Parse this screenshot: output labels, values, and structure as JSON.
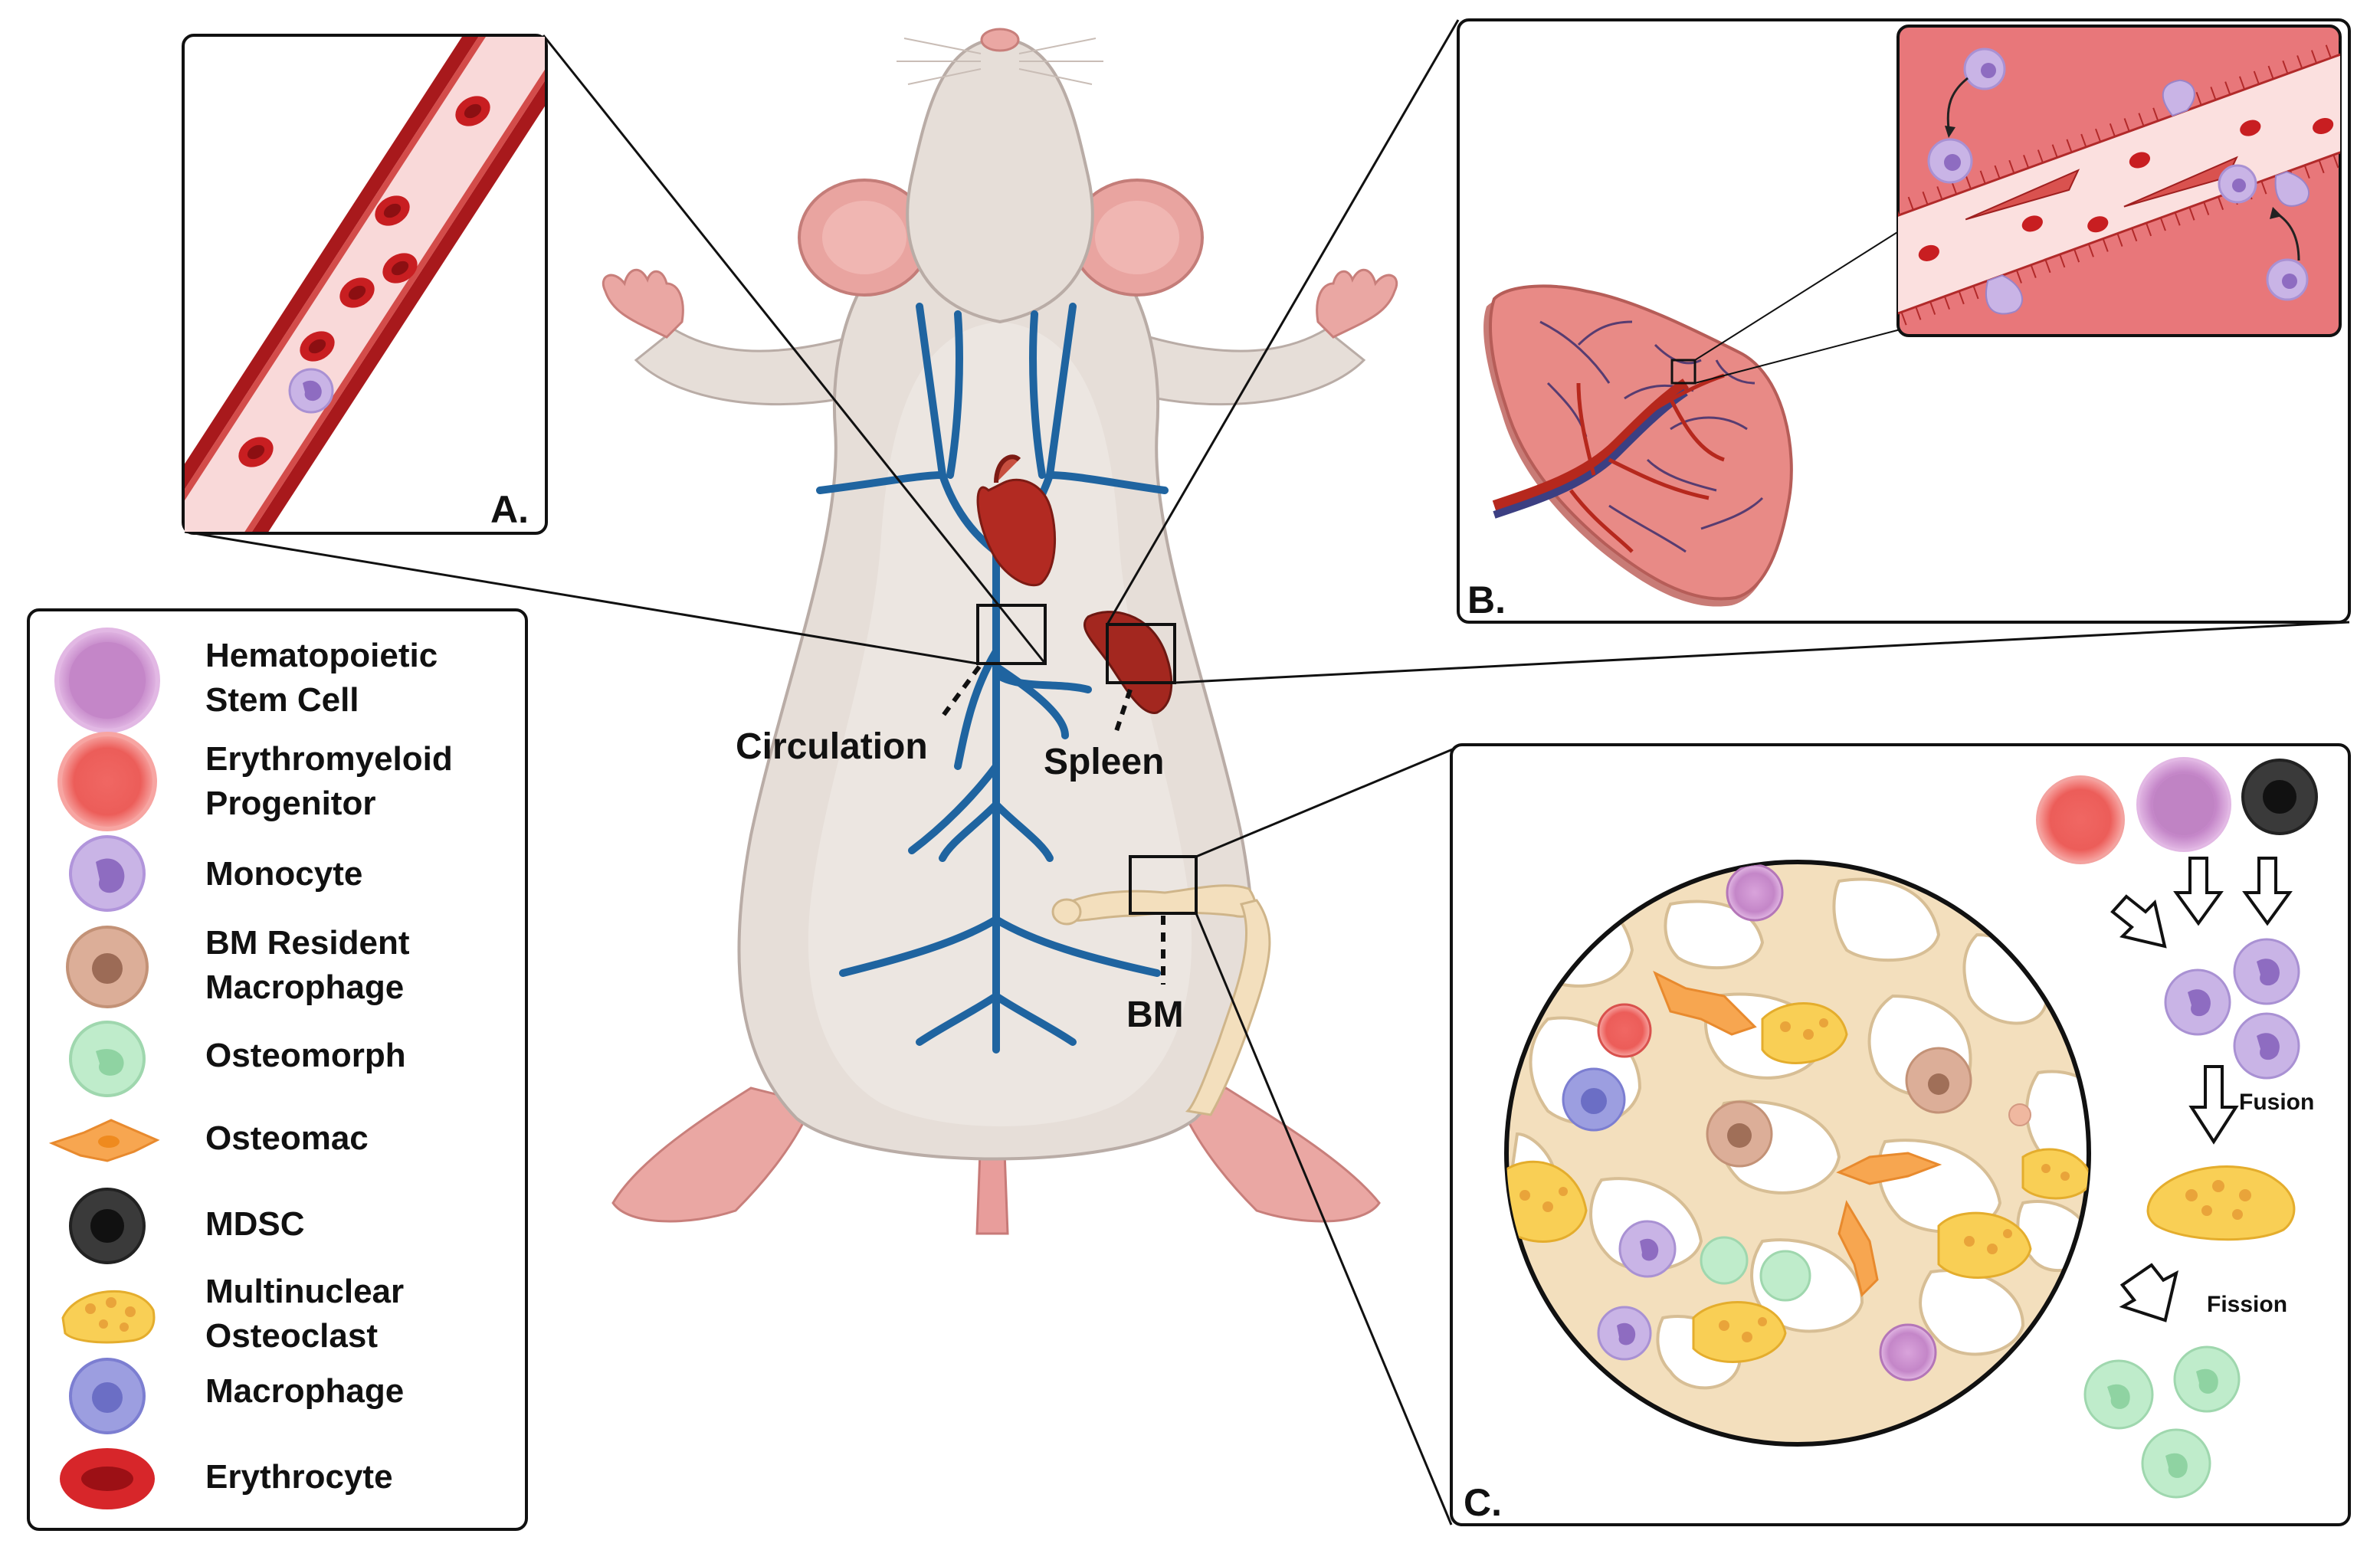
{
  "panels": {
    "a": {
      "letter": "A."
    },
    "b": {
      "letter": "B."
    },
    "c": {
      "letter": "C."
    }
  },
  "mouse_labels": {
    "circulation": "Circulation",
    "spleen": "Spleen",
    "bm": "BM"
  },
  "process_labels": {
    "fusion": "Fusion",
    "fission": "Fission"
  },
  "legend": {
    "items": [
      {
        "lines": [
          "Hematopoietic",
          "Stem Cell"
        ],
        "icon": "hematopoietic-stem-cell-icon",
        "color": "#c98fcc"
      },
      {
        "lines": [
          "Erythromyeloid",
          "Progenitor"
        ],
        "icon": "erythromyeloid-progenitor-icon",
        "color": "#ef6a66"
      },
      {
        "lines": [
          "Monocyte"
        ],
        "icon": "monocyte-icon",
        "color": "#b79ad8"
      },
      {
        "lines": [
          "BM Resident",
          "Macrophage"
        ],
        "icon": "bm-resident-macrophage-icon",
        "color": "#dcae98"
      },
      {
        "lines": [
          "Osteomorph"
        ],
        "icon": "osteomorph-icon",
        "color": "#bfeccb"
      },
      {
        "lines": [
          "Osteomac"
        ],
        "icon": "osteomac-icon",
        "color": "#f7a650"
      },
      {
        "lines": [
          "MDSC"
        ],
        "icon": "mdsc-icon",
        "color": "#3a3a3a"
      },
      {
        "lines": [
          "Multinuclear",
          "Osteoclast"
        ],
        "icon": "multinuclear-osteoclast-icon",
        "color": "#f9cf55"
      },
      {
        "lines": [
          "Macrophage"
        ],
        "icon": "macrophage-icon",
        "color": "#9c9ee0"
      },
      {
        "lines": [
          "Erythrocyte"
        ],
        "icon": "erythrocyte-icon",
        "color": "#d7262a"
      }
    ]
  },
  "colors": {
    "vessel": "#2266a0",
    "blood": "#a8191c",
    "spleen_pink": "#e88a86",
    "bone": "#f3dfbd",
    "mouse_fur": "#e6ded8"
  }
}
